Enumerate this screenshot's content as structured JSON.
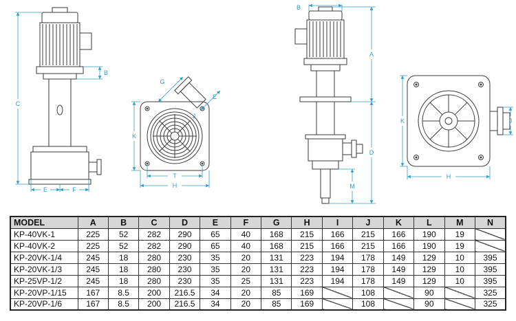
{
  "colors": {
    "accent": "#2f9dc9",
    "line": "#3a3a3a",
    "table_header_bg": "#d6d6d6",
    "table_border": "#222222"
  },
  "drawings": {
    "front_view": {
      "labels": {
        "b": "B",
        "c": "C",
        "e": "E",
        "f": "F"
      }
    },
    "top_view": {
      "labels": {
        "g": "G",
        "e": "E",
        "j": "J",
        "k": "K",
        "t": "T",
        "h": "H"
      }
    },
    "vertical_pump_view": {
      "labels": {
        "b": "B",
        "a": "A",
        "d": "D",
        "m": "M"
      }
    },
    "housing_side_view": {
      "labels": {
        "k": "K",
        "j": "J",
        "h": "H"
      }
    }
  },
  "table": {
    "headers": [
      "MODEL",
      "A",
      "B",
      "C",
      "D",
      "E",
      "F",
      "G",
      "H",
      "I",
      "J",
      "K",
      "L",
      "M",
      "N"
    ],
    "rows": [
      {
        "model": "KP-40VK-1",
        "values": [
          "225",
          "52",
          "282",
          "290",
          "65",
          "40",
          "168",
          "215",
          "166",
          "215",
          "166",
          "190",
          "19",
          null
        ]
      },
      {
        "model": "KP-40VK-2",
        "values": [
          "225",
          "52",
          "282",
          "290",
          "65",
          "40",
          "168",
          "215",
          "166",
          "215",
          "166",
          "190",
          "19",
          null
        ]
      },
      {
        "model": "KP-20VK-1/4",
        "values": [
          "245",
          "18",
          "280",
          "230",
          "35",
          "20",
          "131",
          "223",
          "194",
          "178",
          "149",
          "129",
          "10",
          "395"
        ]
      },
      {
        "model": "KP-20VK-1/3",
        "values": [
          "245",
          "18",
          "280",
          "230",
          "35",
          "20",
          "131",
          "223",
          "194",
          "178",
          "149",
          "129",
          "10",
          "395"
        ]
      },
      {
        "model": "KP-25VP-1/2",
        "values": [
          "245",
          "18",
          "280",
          "230",
          "35",
          "25",
          "131",
          "223",
          "194",
          "178",
          "149",
          "129",
          "10",
          "395"
        ]
      },
      {
        "model": "KP-20VP-1/15",
        "values": [
          "167",
          "8.5",
          "200",
          "216.5",
          "34",
          "20",
          "85",
          "169",
          null,
          "108",
          null,
          "90",
          null,
          "325"
        ]
      },
      {
        "model": "KP-20VP-1/6",
        "values": [
          "167",
          "8.5",
          "200",
          "216.5",
          "34",
          "20",
          "85",
          "169",
          null,
          "108",
          null,
          "90",
          null,
          "325"
        ]
      }
    ]
  }
}
